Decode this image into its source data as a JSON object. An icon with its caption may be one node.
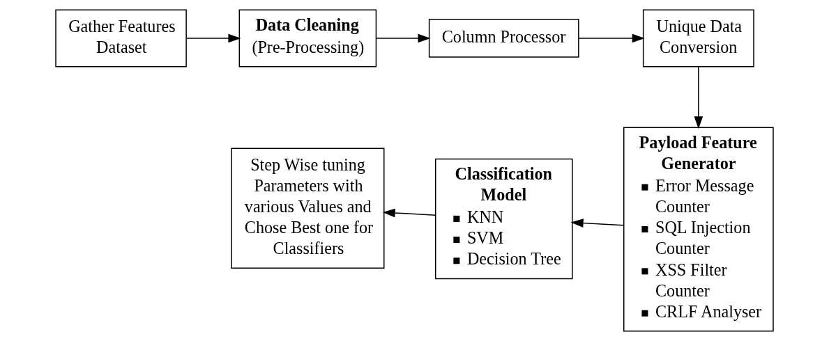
{
  "diagram": {
    "nodes": [
      {
        "text": [
          "Gather Features Dataset"
        ]
      },
      {
        "text": [
          "Data Cleaning",
          "(Pre-Processing)"
        ]
      },
      {
        "text": [
          "Column Processor"
        ]
      },
      {
        "text": [
          "Unique Data Conversion"
        ]
      },
      {
        "text": [
          "Payload Feature Generator",
          "Error Message Counter",
          "SQL Injection Counter",
          "XSS Filter Counter",
          "CRLF Analyser"
        ]
      },
      {
        "text": [
          "Classification Model",
          "KNN",
          "SVM",
          "Decision Tree"
        ]
      },
      {
        "text": [
          "Step Wise tuning Parameters with various Values and Chose Best one for Classifiers"
        ]
      }
    ],
    "edges": [
      {
        "from": 0,
        "to": 1,
        "arrow": "to"
      },
      {
        "from": 1,
        "to": 2,
        "arrow": "to"
      },
      {
        "from": 2,
        "to": 3,
        "arrow": "to"
      },
      {
        "from": 3,
        "to": 4,
        "arrow": "to"
      },
      {
        "from": 4,
        "to": 5,
        "arrow": "to"
      },
      {
        "from": 5,
        "to": 6,
        "arrow": "to"
      }
    ]
  }
}
